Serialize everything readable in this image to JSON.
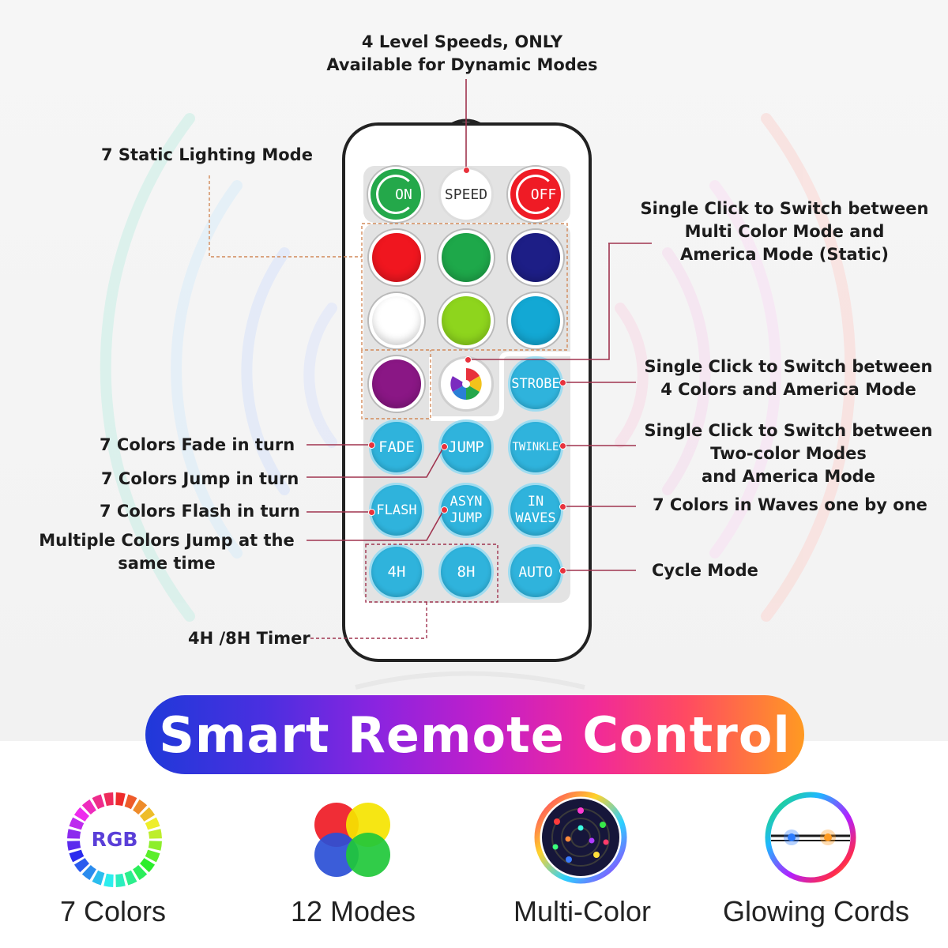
{
  "labels": {
    "speed_note": [
      "4 Level Speeds, ONLY",
      "Available for Dynamic Modes"
    ],
    "static_mode": "7 Static Lighting Mode",
    "multi_color": [
      "Single Click to Switch between",
      "Multi Color Mode and",
      "America Mode (Static)"
    ],
    "strobe": [
      "Single Click to Switch between",
      "4 Colors and America Mode"
    ],
    "twinkle": [
      "Single Click to Switch between",
      "Two-color Modes",
      "and America Mode"
    ],
    "fade": "7 Colors Fade in turn",
    "jump": "7 Colors Jump in turn",
    "flash": "7 Colors Flash in turn",
    "asyn_jump": [
      "Multiple Colors Jump at the",
      "same time"
    ],
    "waves": "7 Colors in Waves one by one",
    "cycle": "Cycle Mode",
    "timer": "4H /8H Timer"
  },
  "remote": {
    "on": "ON",
    "speed": "SPEED",
    "off": "OFF",
    "colors": [
      "#f0161f",
      "#1ea84a",
      "#1d1e86",
      "#ffffff",
      "#8ed51d",
      "#13a8d4",
      "#8a1785"
    ],
    "strobe": "STROBE",
    "fade": "FADE",
    "jump": "JUMP",
    "twinkle": "TWINKLE",
    "flash": "FLASH",
    "asyn": "ASYN",
    "asyn2": "JUMP",
    "in": "IN",
    "waves": "WAVES",
    "t4h": "4H",
    "t8h": "8H",
    "auto": "AUTO"
  },
  "banner": "Smart Remote Control",
  "features": {
    "rgb_badge": "RGB",
    "f1": "7 Colors",
    "f2": "12 Modes",
    "f3": "Multi-Color",
    "f4": "Glowing Cords"
  },
  "colors": {
    "leader": "#a0344f",
    "leader_orange": "#d28a5a",
    "text_button": "#2fb3dc"
  }
}
